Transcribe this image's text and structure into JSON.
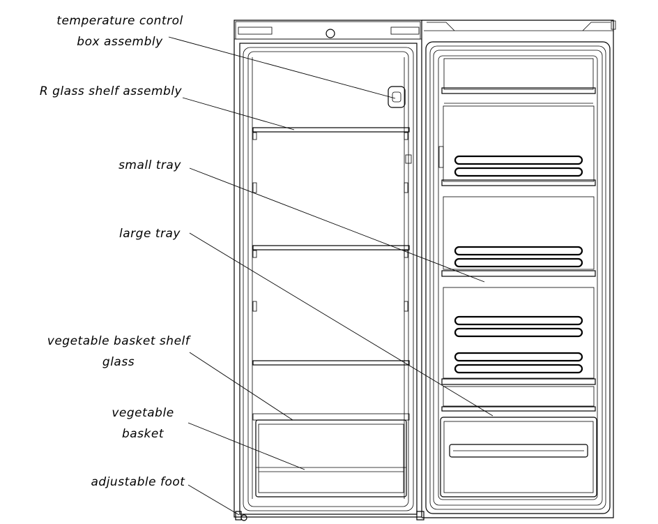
{
  "labels": {
    "temperature_control": [
      "temperature control",
      "box assembly"
    ],
    "r_glass_shelf": [
      "R glass shelf assembly"
    ],
    "small_tray": [
      "small tray"
    ],
    "large_tray": [
      "large tray"
    ],
    "vegetable_basket_shelf": [
      "vegetable basket shelf",
      "glass"
    ],
    "vegetable_basket": [
      "vegetable",
      "basket"
    ],
    "adjustable_foot": [
      "adjustable foot"
    ]
  }
}
